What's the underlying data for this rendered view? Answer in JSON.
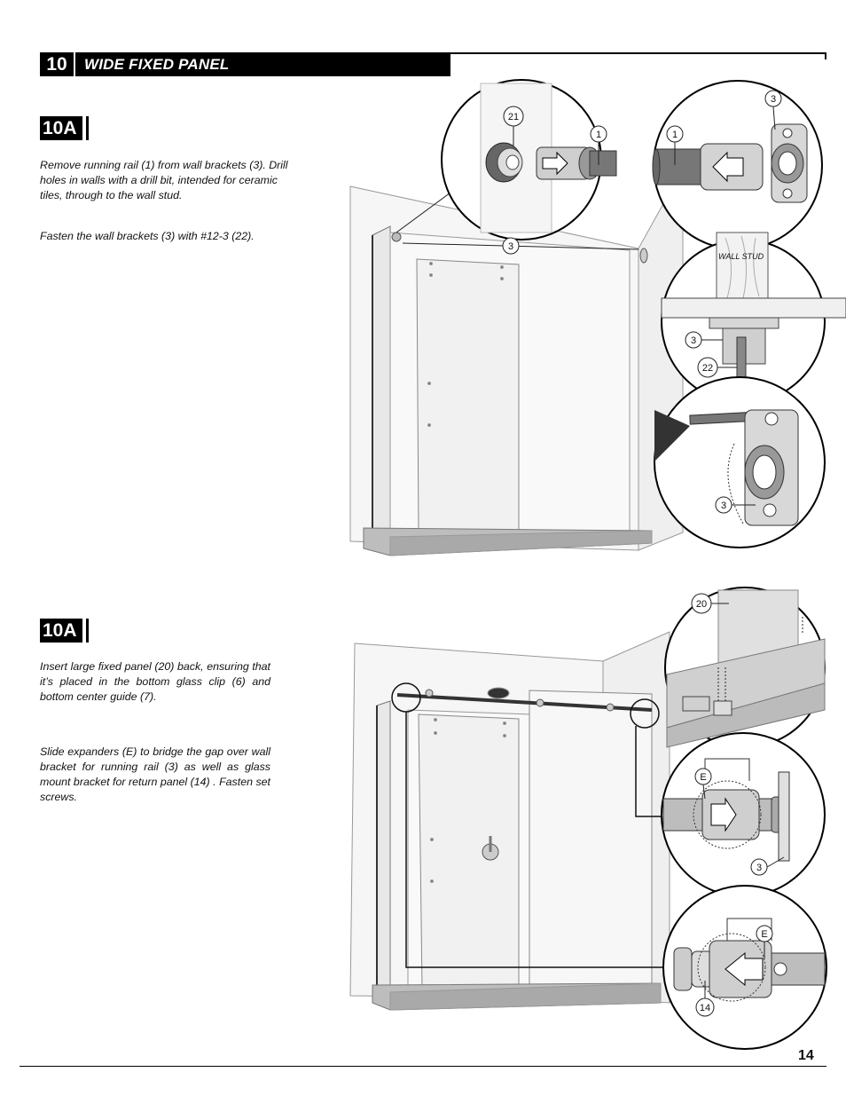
{
  "step": {
    "number": "10",
    "title": "WIDE FIXED PANEL"
  },
  "section_top": {
    "label": "10A",
    "instruction_1": "Remove running rail (1) from wall brackets (3). Drill holes in walls with a drill bit, intended for ceramic tiles, through to the wall stud.",
    "instruction_2": "Fasten the wall brackets (3) with #12-3 (22)."
  },
  "section_bottom": {
    "label": "10A",
    "instruction_1": "Insert large fixed panel (20) back, ensuring that it’s placed in the bottom glass clip (6) and bottom center guide (7).",
    "instruction_2": "Slide expanders (E) to bridge the gap over wall bracket for running rail (3) as well as glass mount bracket for return panel (14) . Fasten set screws."
  },
  "callouts_top": {
    "c21": "21",
    "c1a": "1",
    "c1b": "1",
    "c3a": "3",
    "c3b": "3",
    "c3c": "3",
    "c3d": "3",
    "c22": "22",
    "wall_stud": "WALL STUD"
  },
  "callouts_bottom": {
    "c20": "20",
    "cE1": "E",
    "c3": "3",
    "cE2": "E",
    "c14": "14"
  },
  "page_number": "14"
}
